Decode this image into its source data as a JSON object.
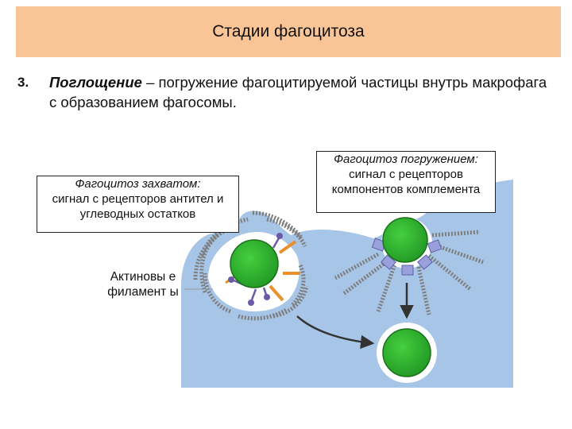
{
  "header": {
    "title": "Стадии фагоцитоза"
  },
  "stage": {
    "number": "3.",
    "term": "Поглощение",
    "definition": " – погружение фагоцитируемой частицы внутрь макрофага с образованием фагосомы."
  },
  "diagram": {
    "left_box": {
      "title": "Фагоцитоз захватом:",
      "text": "сигнал с рецепторов антител и углеводных остатков"
    },
    "right_box": {
      "title": "Фагоцитоз погружением:",
      "text": "сигнал с рецепторов компонентов комплемента"
    },
    "actin_label": "Актиновы е филамент ы",
    "colors": {
      "cell": "#a7c5e6",
      "particle": "#2fae2f",
      "orange_receptor": "#e8902a",
      "purple_receptor": "#6b5aa8",
      "complement_receptor": "#9aa0db",
      "filament": "#8c8c8c",
      "header_bg": "#f9c596"
    }
  }
}
